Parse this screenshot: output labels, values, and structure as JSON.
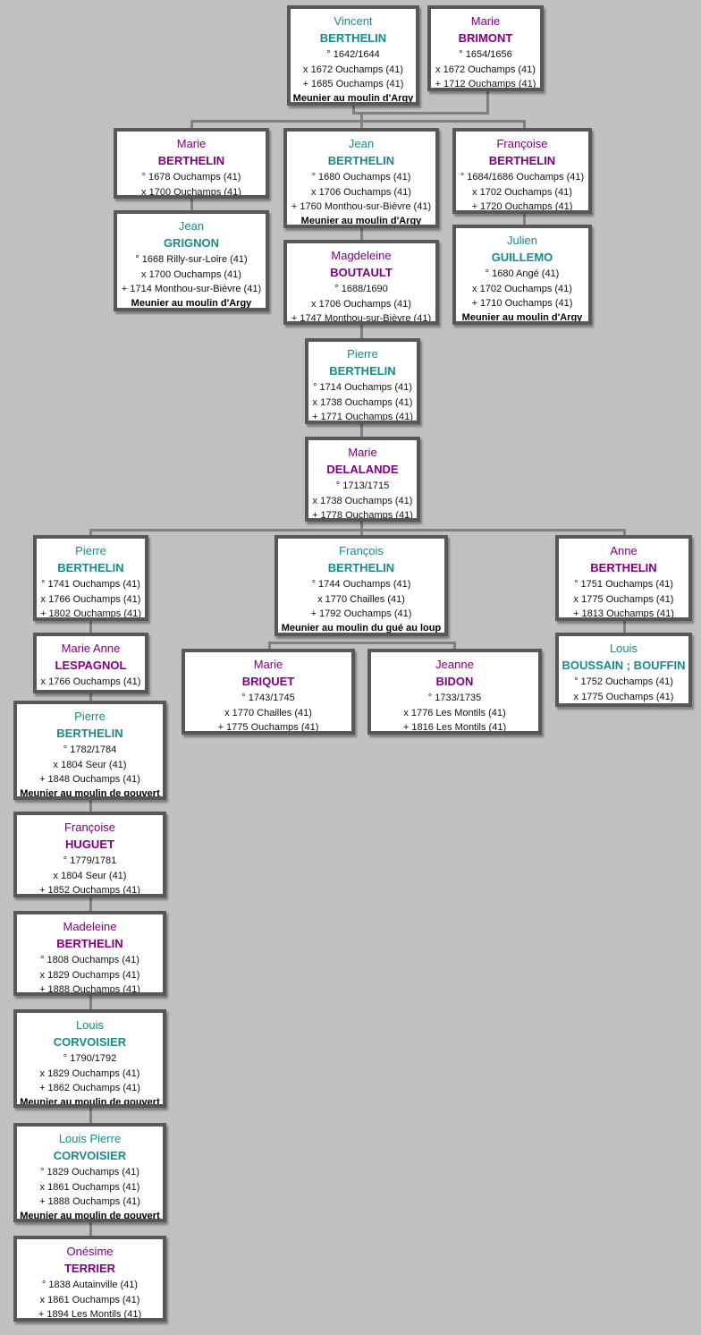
{
  "colors": {
    "male": "#1a8a8a",
    "female": "#800080",
    "border": "#585858",
    "background": "#c0c0c0"
  },
  "persons": [
    {
      "sex": "M",
      "first": "Vincent",
      "last": "BERTHELIN",
      "lines": [
        "° 1642/1644",
        "x 1672 Ouchamps (41)",
        "+ 1685 Ouchamps (41)"
      ],
      "note": "Meunier au moulin d'Argy"
    },
    {
      "sex": "F",
      "first": "Marie",
      "last": "BRIMONT",
      "lines": [
        "° 1654/1656",
        "x 1672 Ouchamps (41)",
        "+ 1712 Ouchamps (41)"
      ]
    },
    {
      "sex": "F",
      "first": "Marie",
      "last": "BERTHELIN",
      "lines": [
        "° 1678 Ouchamps (41)",
        "x 1700 Ouchamps (41)"
      ]
    },
    {
      "sex": "M",
      "first": "Jean",
      "last": "BERTHELIN",
      "lines": [
        "° 1680 Ouchamps (41)",
        "x 1706 Ouchamps (41)",
        "+ 1760 Monthou-sur-Bièvre (41)"
      ],
      "note": "Meunier au moulin d'Argy"
    },
    {
      "sex": "F",
      "first": "Françoise",
      "last": "BERTHELIN",
      "lines": [
        "° 1684/1686 Ouchamps (41)",
        "x 1702 Ouchamps (41)",
        "+ 1720 Ouchamps (41)"
      ]
    },
    {
      "sex": "M",
      "first": "Jean",
      "last": "GRIGNON",
      "lines": [
        "° 1668 Rilly-sur-Loire (41)",
        "x 1700 Ouchamps (41)",
        "+ 1714 Monthou-sur-Bièvre (41)"
      ],
      "note": "Meunier au moulin d'Argy"
    },
    {
      "sex": "F",
      "first": "Magdeleine",
      "last": "BOUTAULT",
      "lines": [
        "° 1688/1690",
        "x 1706 Ouchamps (41)",
        "+ 1747 Monthou-sur-Bièvre (41)"
      ]
    },
    {
      "sex": "M",
      "first": "Julien",
      "last": "GUILLEMO",
      "lines": [
        "° 1680 Angé (41)",
        "x 1702 Ouchamps (41)",
        "+ 1710 Ouchamps (41)"
      ],
      "note": "Meunier au moulin d'Argy"
    },
    {
      "sex": "M",
      "first": "Pierre",
      "last": "BERTHELIN",
      "lines": [
        "° 1714 Ouchamps (41)",
        "x 1738 Ouchamps (41)",
        "+ 1771 Ouchamps (41)"
      ]
    },
    {
      "sex": "F",
      "first": "Marie",
      "last": "DELALANDE",
      "lines": [
        "° 1713/1715",
        "x 1738 Ouchamps (41)",
        "+ 1778 Ouchamps (41)"
      ]
    },
    {
      "sex": "M",
      "first": "Pierre",
      "last": "BERTHELIN",
      "lines": [
        "° 1741 Ouchamps (41)",
        "x 1766 Ouchamps (41)",
        "+ 1802 Ouchamps (41)"
      ]
    },
    {
      "sex": "M",
      "first": "François",
      "last": "BERTHELIN",
      "lines": [
        "° 1744 Ouchamps (41)",
        "x 1770 Chailles (41)",
        "+ 1792 Ouchamps (41)"
      ],
      "note": "Meunier au moulin du gué au loup"
    },
    {
      "sex": "F",
      "first": "Anne",
      "last": "BERTHELIN",
      "lines": [
        "° 1751 Ouchamps (41)",
        "x 1775 Ouchamps (41)",
        "+ 1813 Ouchamps (41)"
      ]
    },
    {
      "sex": "F",
      "first": "Marie Anne",
      "last": "LESPAGNOL",
      "lines": [
        "x 1766 Ouchamps (41)"
      ]
    },
    {
      "sex": "M",
      "first": "Louis",
      "last": "BOUSSAIN ; BOUFFIN",
      "lines": [
        "° 1752 Ouchamps (41)",
        "x 1775 Ouchamps (41)"
      ]
    },
    {
      "sex": "F",
      "first": "Marie",
      "last": "BRIQUET",
      "lines": [
        "° 1743/1745",
        "x 1770 Chailles (41)",
        "+ 1775 Ouchamps (41)"
      ]
    },
    {
      "sex": "F",
      "first": "Jeanne",
      "last": "BIDON",
      "lines": [
        "° 1733/1735",
        "x 1776 Les Montils (41)",
        "+ 1816 Les Montils (41)"
      ]
    },
    {
      "sex": "M",
      "first": "Pierre",
      "last": "BERTHELIN",
      "lines": [
        "° 1782/1784",
        "x 1804 Seur (41)",
        "+ 1848 Ouchamps (41)"
      ],
      "note": "Meunier au moulin de gouvert"
    },
    {
      "sex": "F",
      "first": "Françoise",
      "last": "HUGUET",
      "lines": [
        "° 1779/1781",
        "x 1804 Seur (41)",
        "+ 1852 Ouchamps (41)"
      ]
    },
    {
      "sex": "F",
      "first": "Madeleine",
      "last": "BERTHELIN",
      "lines": [
        "° 1808 Ouchamps (41)",
        "x 1829 Ouchamps (41)",
        "+ 1888 Ouchamps (41)"
      ]
    },
    {
      "sex": "M",
      "first": "Louis",
      "last": "CORVOISIER",
      "lines": [
        "° 1790/1792",
        "x 1829 Ouchamps (41)",
        "+ 1862 Ouchamps (41)"
      ],
      "note": "Meunier au moulin de gouvert"
    },
    {
      "sex": "M",
      "first": "Louis Pierre",
      "last": "CORVOISIER",
      "lines": [
        "° 1829 Ouchamps (41)",
        "x 1861 Ouchamps (41)",
        "+ 1888 Ouchamps (41)"
      ],
      "note": "Meunier au moulin de gouvert"
    },
    {
      "sex": "F",
      "first": "Onésime",
      "last": "TERRIER",
      "lines": [
        "° 1838 Autainville (41)",
        "x 1861 Ouchamps (41)",
        "+ 1894 Les Montils (41)"
      ]
    }
  ]
}
